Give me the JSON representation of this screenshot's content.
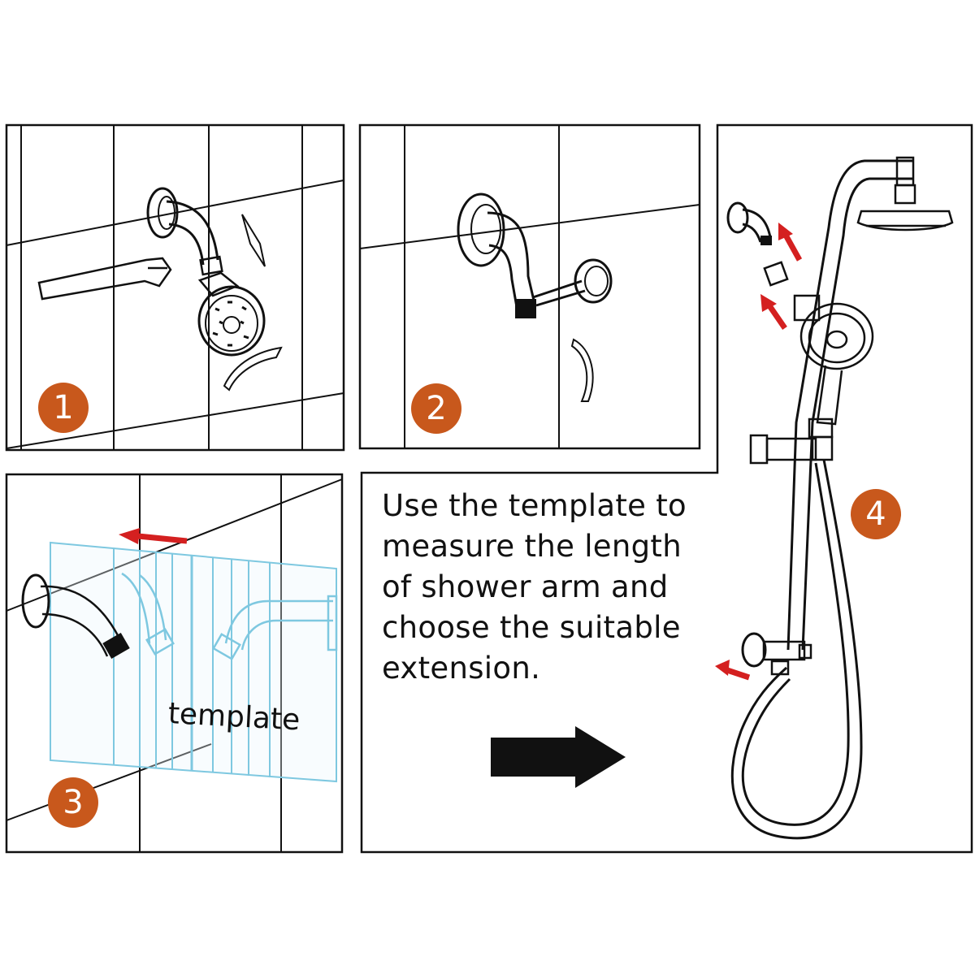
{
  "steps": [
    {
      "number": "1"
    },
    {
      "number": "2"
    },
    {
      "number": "3",
      "template_label": "template"
    },
    {
      "number": "4"
    }
  ],
  "instruction": {
    "lines": [
      "Use the template to",
      "measure the length",
      "of shower arm and",
      "choose the suitable",
      "extension."
    ]
  },
  "colors": {
    "badge": "#c8581c",
    "arrow": "#d42020",
    "template_blue": "#7ec8e0",
    "line": "#111111"
  },
  "icons": {
    "direction_arrow": "right-arrow-icon"
  }
}
